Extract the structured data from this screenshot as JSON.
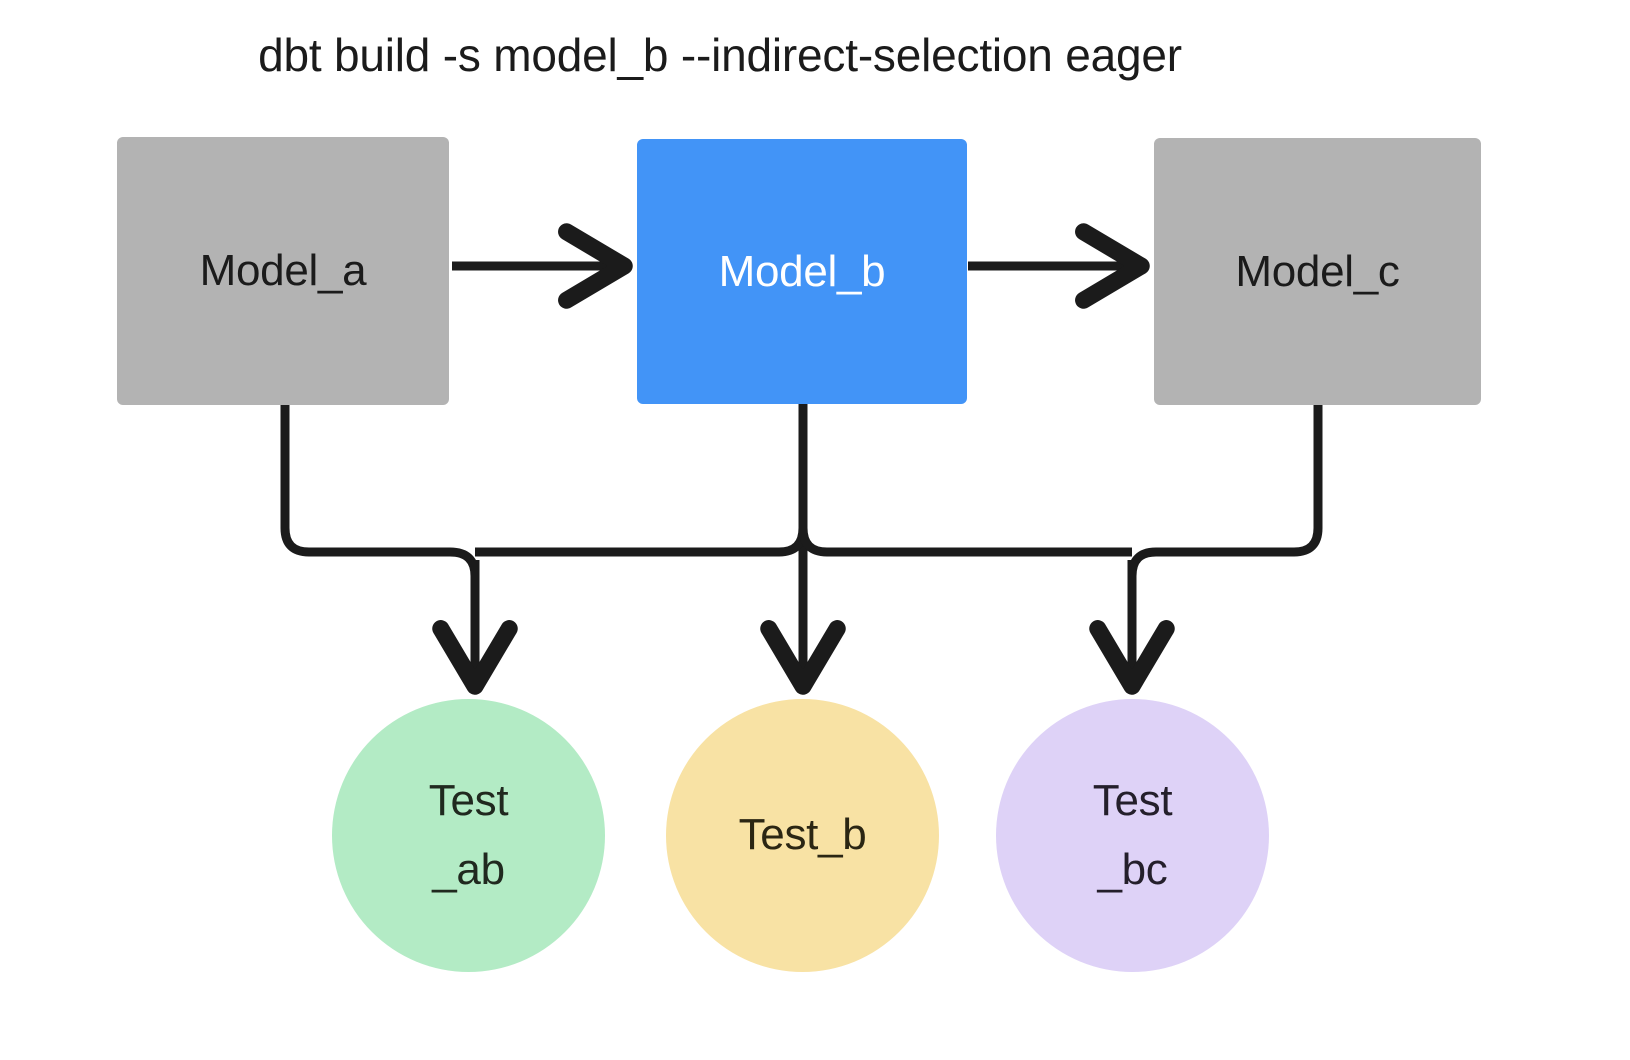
{
  "diagram": {
    "title": "dbt build -s model_b --indirect-selection eager",
    "background": "#ffffff",
    "edge_color": "#1b1b1b",
    "nodes": {
      "model_a": {
        "label": "Model_a",
        "shape": "rectangle",
        "fill": "#b3b3b3",
        "text_color": "#1b1b1b",
        "selected": false
      },
      "model_b": {
        "label": "Model_b",
        "shape": "rectangle",
        "fill": "#4294f7",
        "text_color": "#ffffff",
        "selected": true
      },
      "model_c": {
        "label": "Model_c",
        "shape": "rectangle",
        "fill": "#b3b3b3",
        "text_color": "#1b1b1b",
        "selected": false
      },
      "test_ab": {
        "label": "Test\n_ab",
        "shape": "circle",
        "fill": "#b3ebc5",
        "text_color": "#20291f",
        "selected": false
      },
      "test_b": {
        "label": "Test_b",
        "shape": "circle",
        "fill": "#f8e2a4",
        "text_color": "#2b2613",
        "selected": false
      },
      "test_bc": {
        "label": "Test\n_bc",
        "shape": "circle",
        "fill": "#ded2f7",
        "text_color": "#241f2b",
        "selected": false
      }
    },
    "edges": [
      {
        "name": "model-a-to-model-b",
        "from": "model_a",
        "to": "model_b",
        "style": "straight-arrow"
      },
      {
        "name": "model-b-to-model-c",
        "from": "model_b",
        "to": "model_c",
        "style": "straight-arrow"
      },
      {
        "name": "model-a-to-test-ab",
        "from": "model_a",
        "to": "test_ab",
        "style": "elbow-arrow"
      },
      {
        "name": "model-b-to-test-ab",
        "from": "model_b",
        "to": "test_ab",
        "style": "elbow-arrow"
      },
      {
        "name": "model-b-to-test-b",
        "from": "model_b",
        "to": "test_b",
        "style": "straight-arrow"
      },
      {
        "name": "model-b-to-test-bc",
        "from": "model_b",
        "to": "test_bc",
        "style": "elbow-arrow"
      },
      {
        "name": "model-c-to-test-bc",
        "from": "model_c",
        "to": "test_bc",
        "style": "elbow-arrow"
      }
    ]
  }
}
